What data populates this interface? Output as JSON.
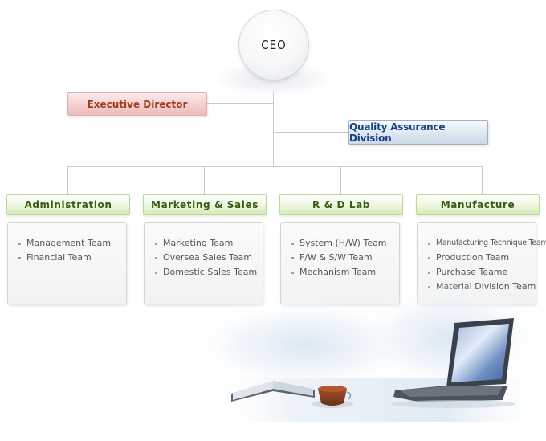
{
  "ceo": {
    "label": "CEO"
  },
  "executive_director": {
    "label": "Executive Director"
  },
  "quality_assurance": {
    "label": "Quality Assurance Division"
  },
  "departments": [
    {
      "title": "Administration",
      "teams": [
        "Management Team",
        "Financial Team"
      ]
    },
    {
      "title": "Marketing & Sales",
      "teams": [
        "Marketing Team",
        "Oversea Sales Team",
        "Domestic Sales Team"
      ]
    },
    {
      "title": "R & D Lab",
      "teams": [
        "System (H/W) Team",
        "F/W & S/W Team",
        "Mechanism Team"
      ]
    },
    {
      "title": "Manufacture",
      "teams": [
        "Manufacturing Technique Team",
        "Production Team",
        "Purchase Teame",
        "Material Division Team"
      ]
    }
  ],
  "colors": {
    "executive_text": "#a23c1f",
    "qa_text": "#173f86",
    "dept_text": "#3a5a16",
    "connector": "#c7cbcf"
  },
  "decoration": {
    "icons": [
      "open-book-icon",
      "teacup-icon",
      "laptop-icon"
    ]
  }
}
